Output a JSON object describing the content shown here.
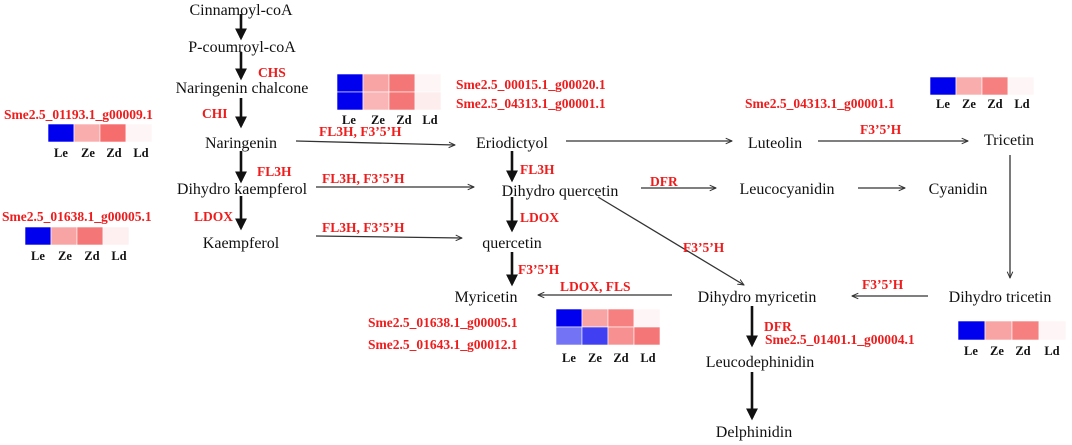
{
  "compounds": {
    "cinnamoyl": "Cinnamoyl-coA",
    "pcoumaroyl": "P-coumroyl-coA",
    "naringenin_chalcone": "Naringenin chalcone",
    "naringenin": "Naringenin",
    "eriodictyol": "Eriodictyol",
    "luteolin": "Luteolin",
    "tricetin": "Tricetin",
    "dihydrokaempferol": "Dihydro kaempferol",
    "dihydroquercetin": "Dihydro quercetin",
    "leucocyanidin": "Leucocyanidin",
    "cyanidin": "Cyanidin",
    "kaempferol": "Kaempferol",
    "quercetin": "quercetin",
    "myricetin": "Myricetin",
    "dihydromyricetin": "Dihydro myricetin",
    "dihydrotricetin": "Dihydro tricetin",
    "leucodelphinidin": "Leucodephinidin",
    "delphinidin": "Delphinidin"
  },
  "enzymes": {
    "chs": "CHS",
    "chi": "CHI",
    "fl3h": "FL3H",
    "fl3h_f35h": "FL3H, F3’5’H",
    "f35h": "F3’5’H",
    "dfr": "DFR",
    "ldox": "LDOX",
    "ldox_fls": "LDOX, FLS"
  },
  "genes": {
    "g_00015": "Sme2.5_00015.1_g00020.1",
    "g_04313": "Sme2.5_04313.1_g00001.1",
    "g_01193": "Sme2.5_01193.1_g00009.1",
    "g_01638": "Sme2.5_01638.1_g00005.1",
    "g_01643": "Sme2.5_01643.1_g00012.1",
    "g_01401": "Sme2.5_01401.1_g00004.1"
  },
  "heatmap_columns": [
    "Le",
    "Ze",
    "Zd",
    "Ld"
  ],
  "heatmaps": [
    {
      "id": "chs",
      "genes": [
        "g_00015",
        "g_04313"
      ],
      "rows": [
        [
          -1.0,
          0.5,
          0.75,
          0.05
        ],
        [
          -1.0,
          0.4,
          0.75,
          0.1
        ]
      ]
    },
    {
      "id": "chi",
      "genes": [
        "g_01193"
      ],
      "rows": [
        [
          -1.0,
          0.45,
          0.8,
          0.05
        ]
      ]
    },
    {
      "id": "ldox-top",
      "genes": [
        "g_01638"
      ],
      "rows": [
        [
          -1.0,
          0.5,
          0.75,
          0.08
        ]
      ]
    },
    {
      "id": "f35h-tricetin",
      "genes": [
        "g_04313"
      ],
      "rows": [
        [
          -1.0,
          0.45,
          0.7,
          0.05
        ]
      ]
    },
    {
      "id": "ldox-fls",
      "genes": [
        "g_01638",
        "g_01643"
      ],
      "rows": [
        [
          -1.0,
          0.5,
          0.7,
          0.05
        ],
        [
          -0.55,
          -0.75,
          0.6,
          0.75
        ]
      ]
    },
    {
      "id": "dfr",
      "genes": [
        "g_01401"
      ],
      "rows": [
        [
          -1.0,
          0.5,
          0.7,
          0.05
        ]
      ]
    }
  ],
  "colors": {
    "low": "#0000ee",
    "mid": "#ffffff",
    "high": "#f24848",
    "enzyme_text": "#ee1c1c",
    "arrow": "#333333"
  }
}
